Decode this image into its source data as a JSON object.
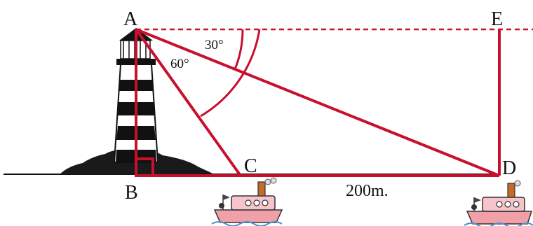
{
  "diagram": {
    "points": {
      "A": "A",
      "B": "B",
      "C": "C",
      "D": "D",
      "E": "E"
    },
    "angles": {
      "outer": "30°",
      "inner": "60°"
    },
    "distance_CD": "200m."
  },
  "colors": {
    "construction": "#c8102e",
    "ink": "#111111",
    "boat": "#f0a0a8"
  }
}
